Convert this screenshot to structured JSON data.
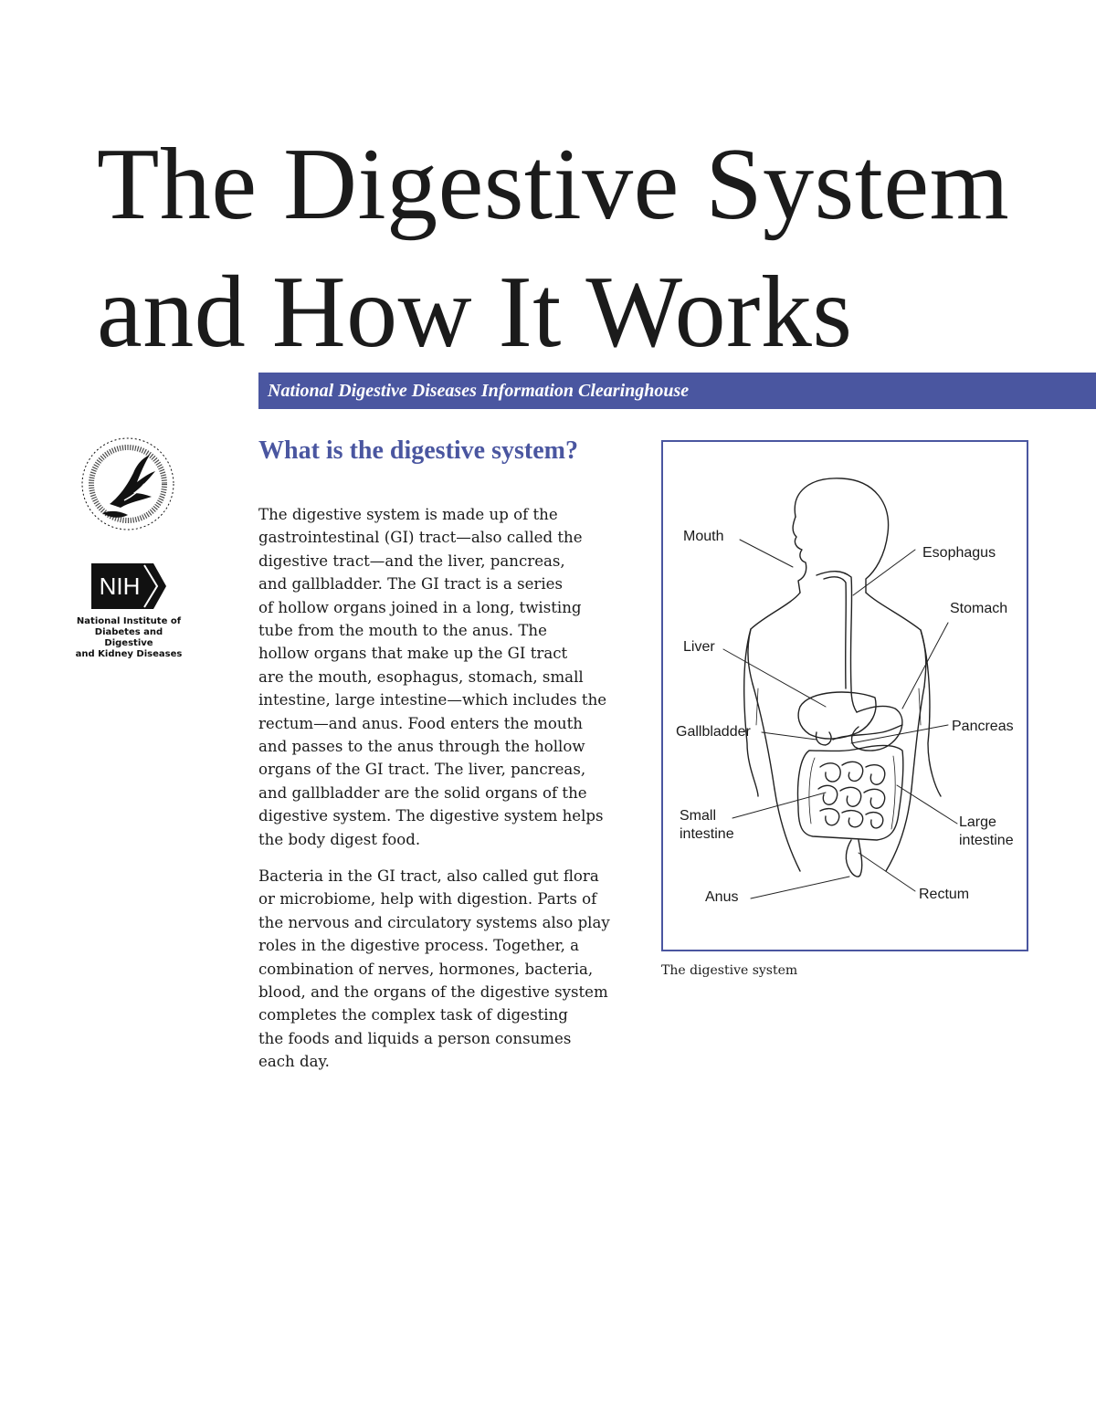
{
  "title": {
    "line1": "The Digestive System",
    "line2": "and How It Works"
  },
  "banner": {
    "text": "National Digestive Diseases Information Clearinghouse",
    "color": "#4a56a0"
  },
  "logos": {
    "nih_badge": "NIH",
    "nih_caption": [
      "National Institute of",
      "Diabetes and Digestive",
      "and Kidney Diseases"
    ]
  },
  "section": {
    "heading": "What is the digestive system?",
    "paragraph1": [
      "The digestive system is made up of the",
      "gastrointestinal (GI) tract—also called the",
      "digestive tract—and the liver, pancreas,",
      "and gallbladder.  The GI tract is a series",
      "of hollow organs joined in a long, twisting",
      "tube from the mouth to the anus.  The",
      "hollow organs that make up the GI tract",
      "are the mouth, esophagus, stomach, small",
      "intestine, large intestine—which includes the",
      "rectum—and anus.  Food enters the mouth",
      "and passes to the anus through the hollow",
      "organs of the GI tract.  The liver, pancreas,",
      "and gallbladder are the solid organs of the",
      "digestive system.  The digestive system helps",
      "the body digest food."
    ],
    "paragraph2": [
      "Bacteria in the GI tract, also called gut flora",
      "or microbiome, help with digestion.  Parts of",
      "the nervous and circulatory systems also play",
      "roles in the digestive process.  Together, a",
      "combination of nerves, hormones, bacteria,",
      "blood, and the organs of the digestive system",
      "completes the complex task of digesting",
      "the foods and liquids a person consumes",
      "each day."
    ]
  },
  "figure": {
    "labels": {
      "mouth": "Mouth",
      "esophagus": "Esophagus",
      "stomach": "Stomach",
      "liver": "Liver",
      "gallbladder": "Gallbladder",
      "pancreas": "Pancreas",
      "small_intestine": [
        "Small",
        "intestine"
      ],
      "large_intestine": [
        "Large",
        "intestine"
      ],
      "anus": "Anus",
      "rectum": "Rectum"
    },
    "caption": "The digestive system"
  }
}
